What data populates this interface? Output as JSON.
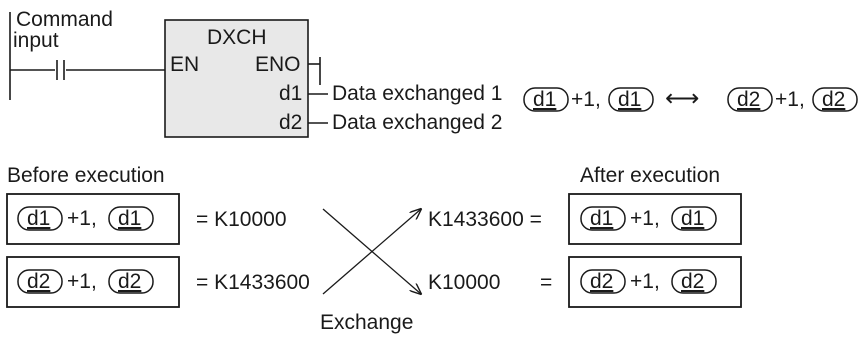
{
  "ladder": {
    "command_label_1": "Command",
    "command_label_2": "input"
  },
  "function_block": {
    "name": "DXCH",
    "en": "EN",
    "eno": "ENO",
    "operand_1": "d1",
    "operand_2": "d2",
    "operand_1_desc": "Data exchanged 1",
    "operand_2_desc": "Data exchanged 2"
  },
  "exchange_summary": {
    "op_a": "d1",
    "op_b": "d2",
    "plus_one": "+1,",
    "arrow": "⟷"
  },
  "before": {
    "title": "Before execution",
    "row1": {
      "op": "d1",
      "plus": "+1,",
      "value": "= K10000"
    },
    "row2": {
      "op": "d2",
      "plus": "+1,",
      "value": "= K1433600"
    }
  },
  "after": {
    "title": "After execution",
    "row1": {
      "op": "d1",
      "plus": "+1,",
      "value": "K1433600 ="
    },
    "row2": {
      "op": "d2",
      "plus": "+1,",
      "value": "K10000",
      "eq": "="
    }
  },
  "exchange_label": "Exchange"
}
